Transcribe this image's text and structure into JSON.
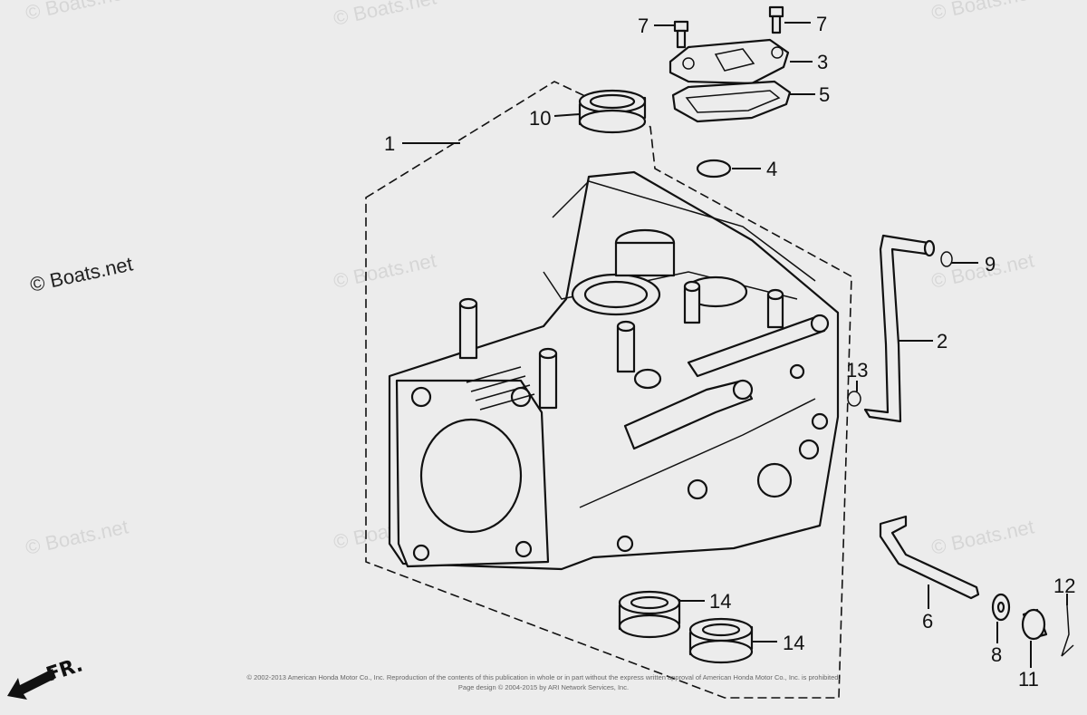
{
  "watermark": {
    "text": "© Boats.net"
  },
  "callouts": {
    "p1": "1",
    "p2": "2",
    "p3": "3",
    "p4": "4",
    "p5": "5",
    "p6": "6",
    "p7a": "7",
    "p7b": "7",
    "p8": "8",
    "p9": "9",
    "p10": "10",
    "p11": "11",
    "p12": "12",
    "p13": "13",
    "p14a": "14",
    "p14b": "14"
  },
  "direction": {
    "label": "FR."
  },
  "footer": {
    "line1": "© 2002-2013 American Honda Motor Co., Inc. Reproduction of the contents of this publication in whole or in part without the express written approval of American Honda Motor Co., Inc. is prohibited.",
    "line2": "Page design © 2004-2015 by ARI Network Services, Inc."
  }
}
